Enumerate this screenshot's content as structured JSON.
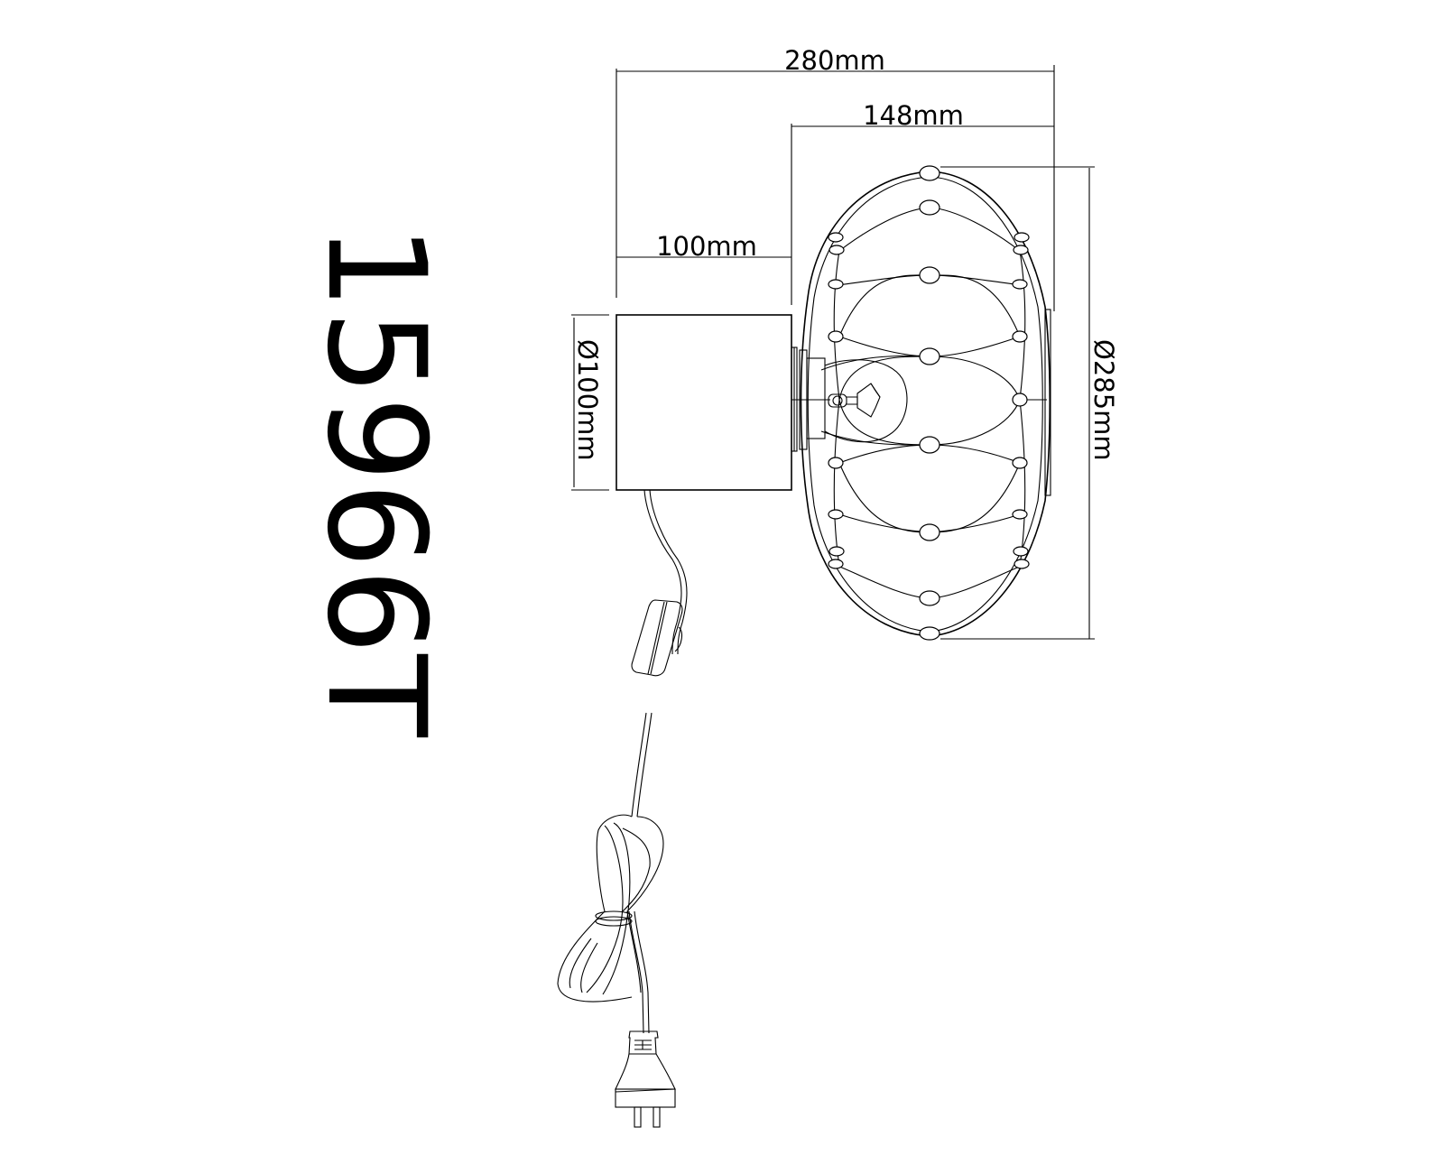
{
  "drawing": {
    "model_number": "15966T",
    "product": "table lamp with cage shade",
    "units": "mm",
    "line_color": "#000000",
    "background_color": "#ffffff"
  },
  "dimensions": {
    "overall_length": "280mm",
    "shade_length": "148mm",
    "base_length": "100mm",
    "base_diameter": "Ø100mm",
    "shade_diameter": "Ø285mm"
  },
  "components": [
    {
      "name": "base",
      "shape": "cylinder"
    },
    {
      "name": "shade",
      "shape": "ellipsoid wire cage with beads"
    },
    {
      "name": "bulb",
      "shape": "globe bulb with socket"
    },
    {
      "name": "cord",
      "shape": "power cable"
    },
    {
      "name": "inline-switch",
      "shape": "rocker switch"
    },
    {
      "name": "plug",
      "shape": "two-pin plug"
    }
  ]
}
